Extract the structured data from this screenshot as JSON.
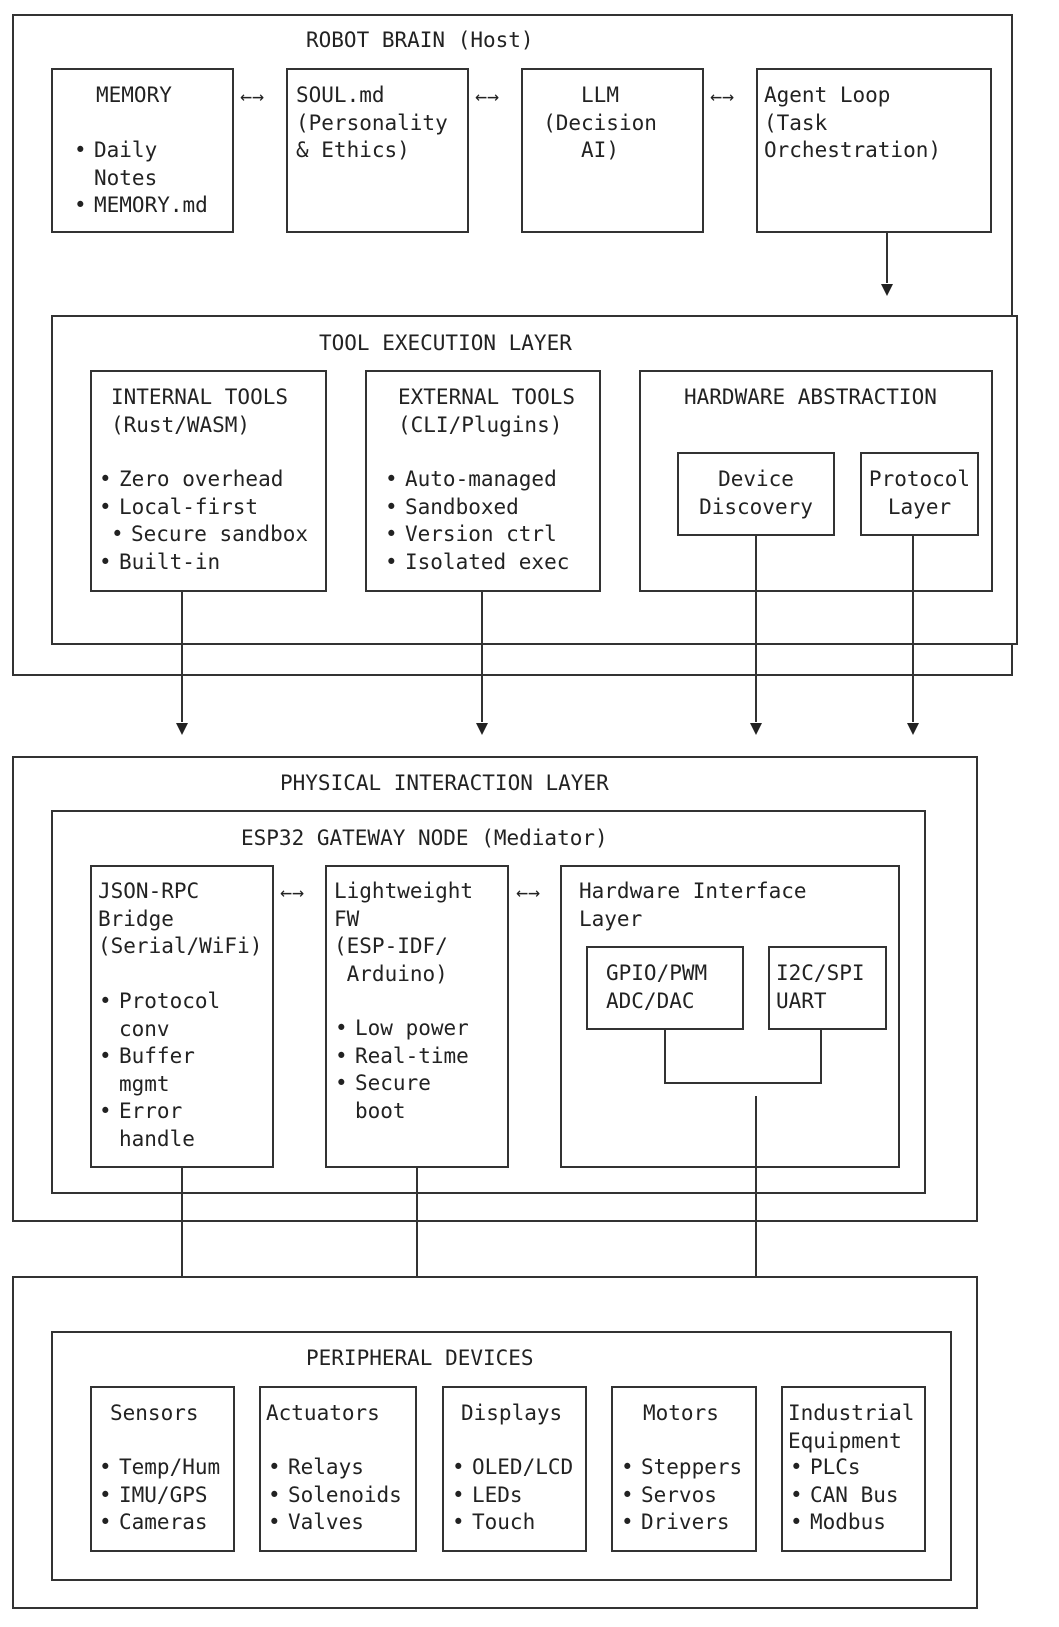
{
  "host": {
    "title": "ROBOT BRAIN (Host)",
    "memory": {
      "title": "MEMORY",
      "items": [
        "Daily\nNotes",
        "MEMORY.md"
      ]
    },
    "soul": {
      "title": "SOUL.md\n(Personality\n& Ethics)"
    },
    "llm": {
      "title": "LLM\n(Decision\nAI)"
    },
    "agent": {
      "title": "Agent Loop\n(Task\nOrchestration)"
    },
    "tool_layer": {
      "title": "TOOL EXECUTION LAYER",
      "internal": {
        "title": "INTERNAL TOOLS\n(Rust/WASM)",
        "items": [
          "Zero overhead",
          "Local-first",
          "Secure sandbox",
          "Built-in"
        ]
      },
      "external": {
        "title": "EXTERNAL TOOLS\n(CLI/Plugins)",
        "items": [
          "Auto-managed",
          "Sandboxed",
          "Version ctrl",
          "Isolated exec"
        ]
      },
      "hardware": {
        "title": "HARDWARE ABSTRACTION",
        "device_discovery": "Device\nDiscovery",
        "protocol_layer": "Protocol\nLayer"
      }
    }
  },
  "physical": {
    "title": "PHYSICAL INTERACTION LAYER",
    "gateway": {
      "title": "ESP32 GATEWAY NODE (Mediator)",
      "jsonrpc": {
        "title": "JSON-RPC\nBridge\n(Serial/WiFi)",
        "items": [
          "Protocol\nconv",
          "Buffer\nmgmt",
          "Error\nhandle"
        ]
      },
      "firmware": {
        "title": "Lightweight\nFW\n(ESP-IDF/\n Arduino)",
        "items": [
          "Low power",
          "Real-time",
          "Secure\nboot"
        ]
      },
      "hwif": {
        "title": "Hardware Interface\nLayer",
        "gpio": "GPIO/PWM\nADC/DAC",
        "i2c": "I2C/SPI\nUART"
      }
    }
  },
  "peripheral": {
    "title": "PERIPHERAL DEVICES",
    "sensors": {
      "title": "Sensors",
      "items": [
        "Temp/Hum",
        "IMU/GPS",
        "Cameras"
      ]
    },
    "actuators": {
      "title": "Actuators",
      "items": [
        "Relays",
        "Solenoids",
        "Valves"
      ]
    },
    "displays": {
      "title": "Displays",
      "items": [
        "OLED/LCD",
        "LEDs",
        "Touch"
      ]
    },
    "motors": {
      "title": "Motors",
      "items": [
        "Steppers",
        "Servos",
        "Drivers"
      ]
    },
    "industrial": {
      "title": "Industrial\nEquipment",
      "items": [
        "PLCs",
        "CAN Bus",
        "Modbus"
      ]
    }
  },
  "arrow_glyph": "←→"
}
